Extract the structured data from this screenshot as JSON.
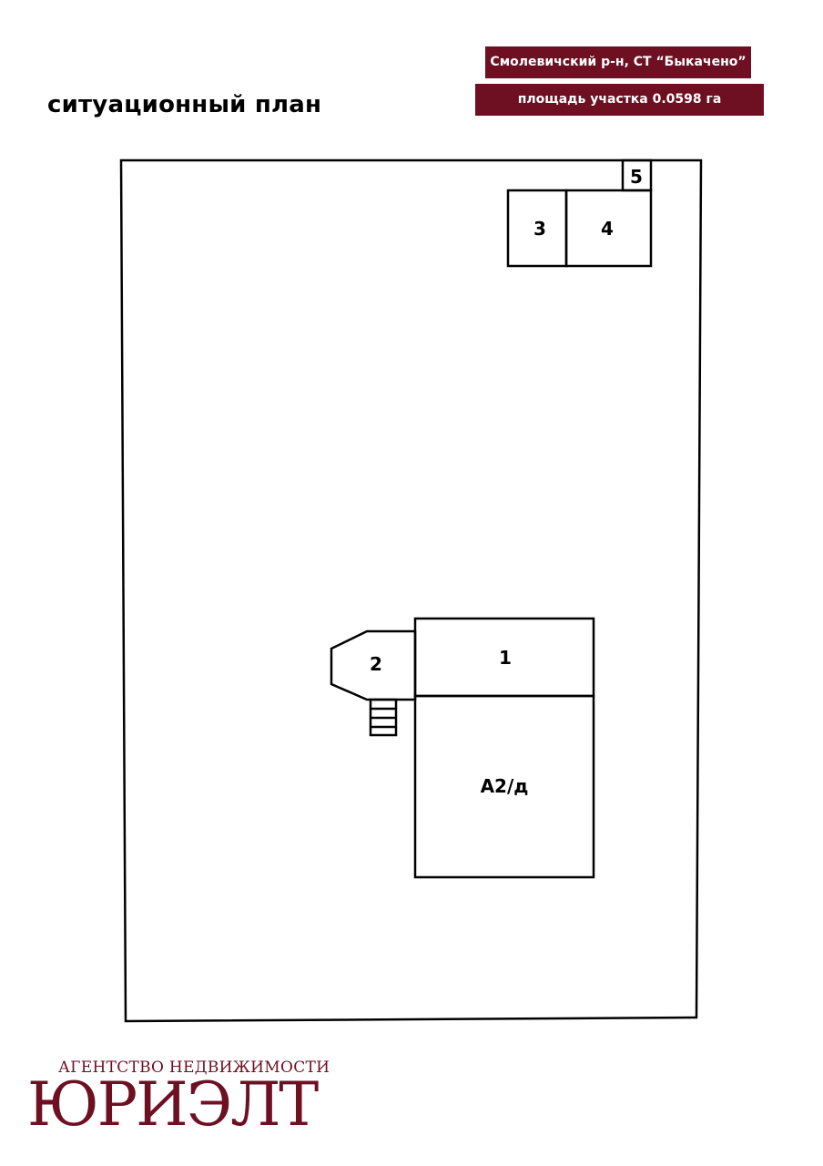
{
  "header": {
    "title": "ситуационный план",
    "location": "Смолевичский р-н, СТ “Быкачено”",
    "area": "площадь участка 0.0598 га"
  },
  "plan": {
    "labels": {
      "b1": "1",
      "b2": "2",
      "b3": "3",
      "b4": "4",
      "b5": "5",
      "house": "А2/д"
    }
  },
  "footer": {
    "agency_sub": "АГЕНТСТВО НЕДВИЖИМОСТИ",
    "agency_name": "ЮРИЭЛТ"
  },
  "colors": {
    "brand": "#6e0f22",
    "line": "#000000",
    "background": "#ffffff"
  }
}
